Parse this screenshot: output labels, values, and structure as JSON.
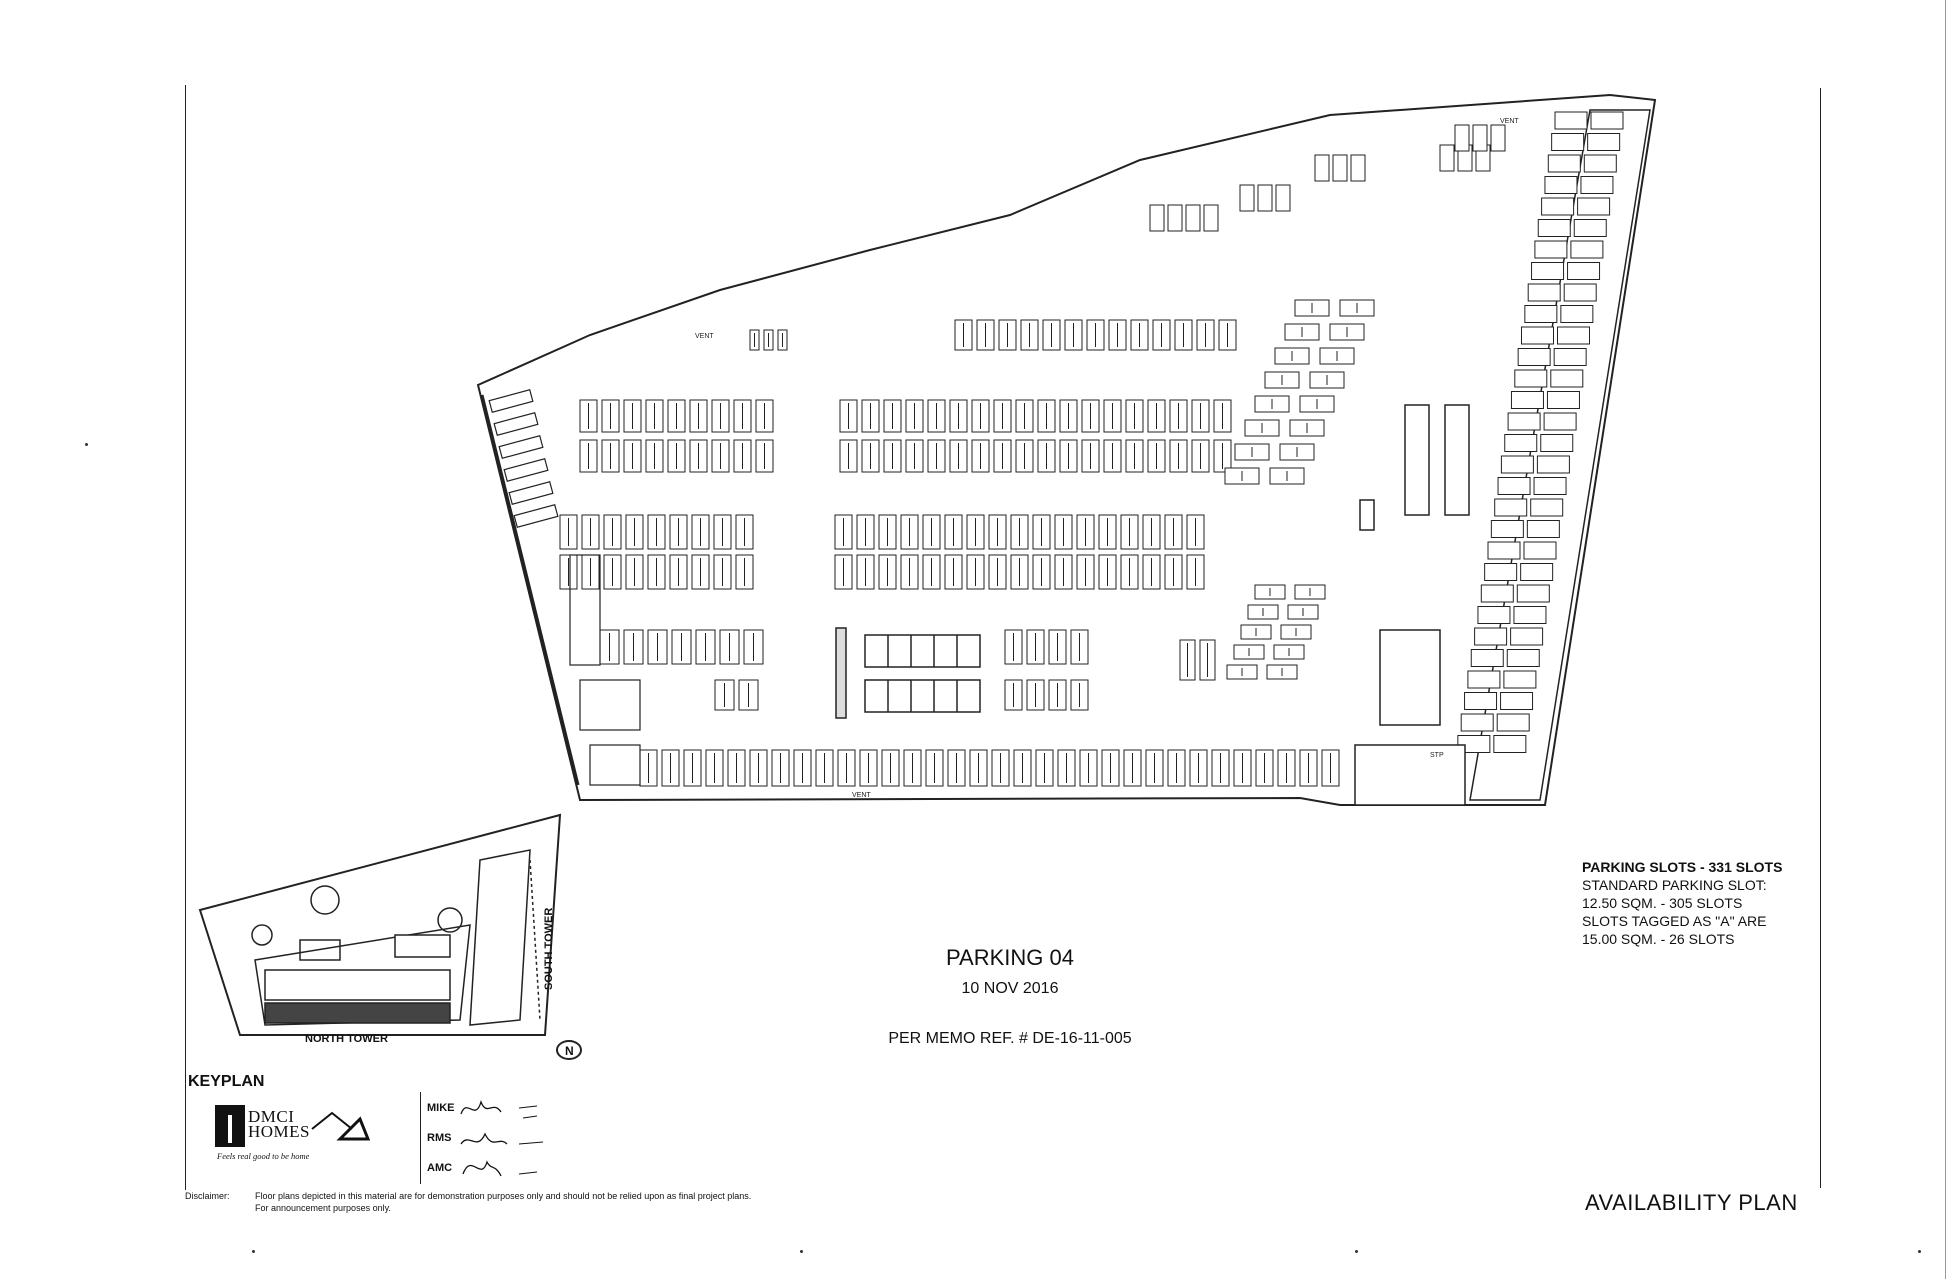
{
  "title": "PARKING 04",
  "date": "10 NOV 2016",
  "memo": "PER MEMO REF. # DE-16-11-005",
  "legend": {
    "heading": "PARKING SLOTS - 331 SLOTS",
    "line1": "STANDARD PARKING SLOT:",
    "line2": "12.50 SQM. - 305 SLOTS",
    "line3": "SLOTS TAGGED AS \"A\" ARE",
    "line4": "15.00 SQM. - 26 SLOTS"
  },
  "availability_label": "AVAILABILITY PLAN",
  "keyplan": {
    "label": "KEYPLAN",
    "north_tower": "NORTH TOWER",
    "south_tower": "SOUTH TOWER"
  },
  "plan_labels": {
    "vent_top": "VENT",
    "vent_left": "VENT",
    "vent_bottom": "VENT",
    "stp": "STP"
  },
  "logo": {
    "brand_line1": "DMCI",
    "brand_line2": "HOMES",
    "tagline": "Feels real good to be home"
  },
  "signoff": {
    "names": [
      "MIKE",
      "RMS",
      "AMC"
    ]
  },
  "disclaimer": {
    "label": "Disclaimer:",
    "line1": "Floor plans depicted in this material are for demonstration purposes only and should not be relied upon as final project plans.",
    "line2": "For announcement purposes only."
  },
  "colors": {
    "ink": "#111111",
    "paper": "#ffffff"
  }
}
